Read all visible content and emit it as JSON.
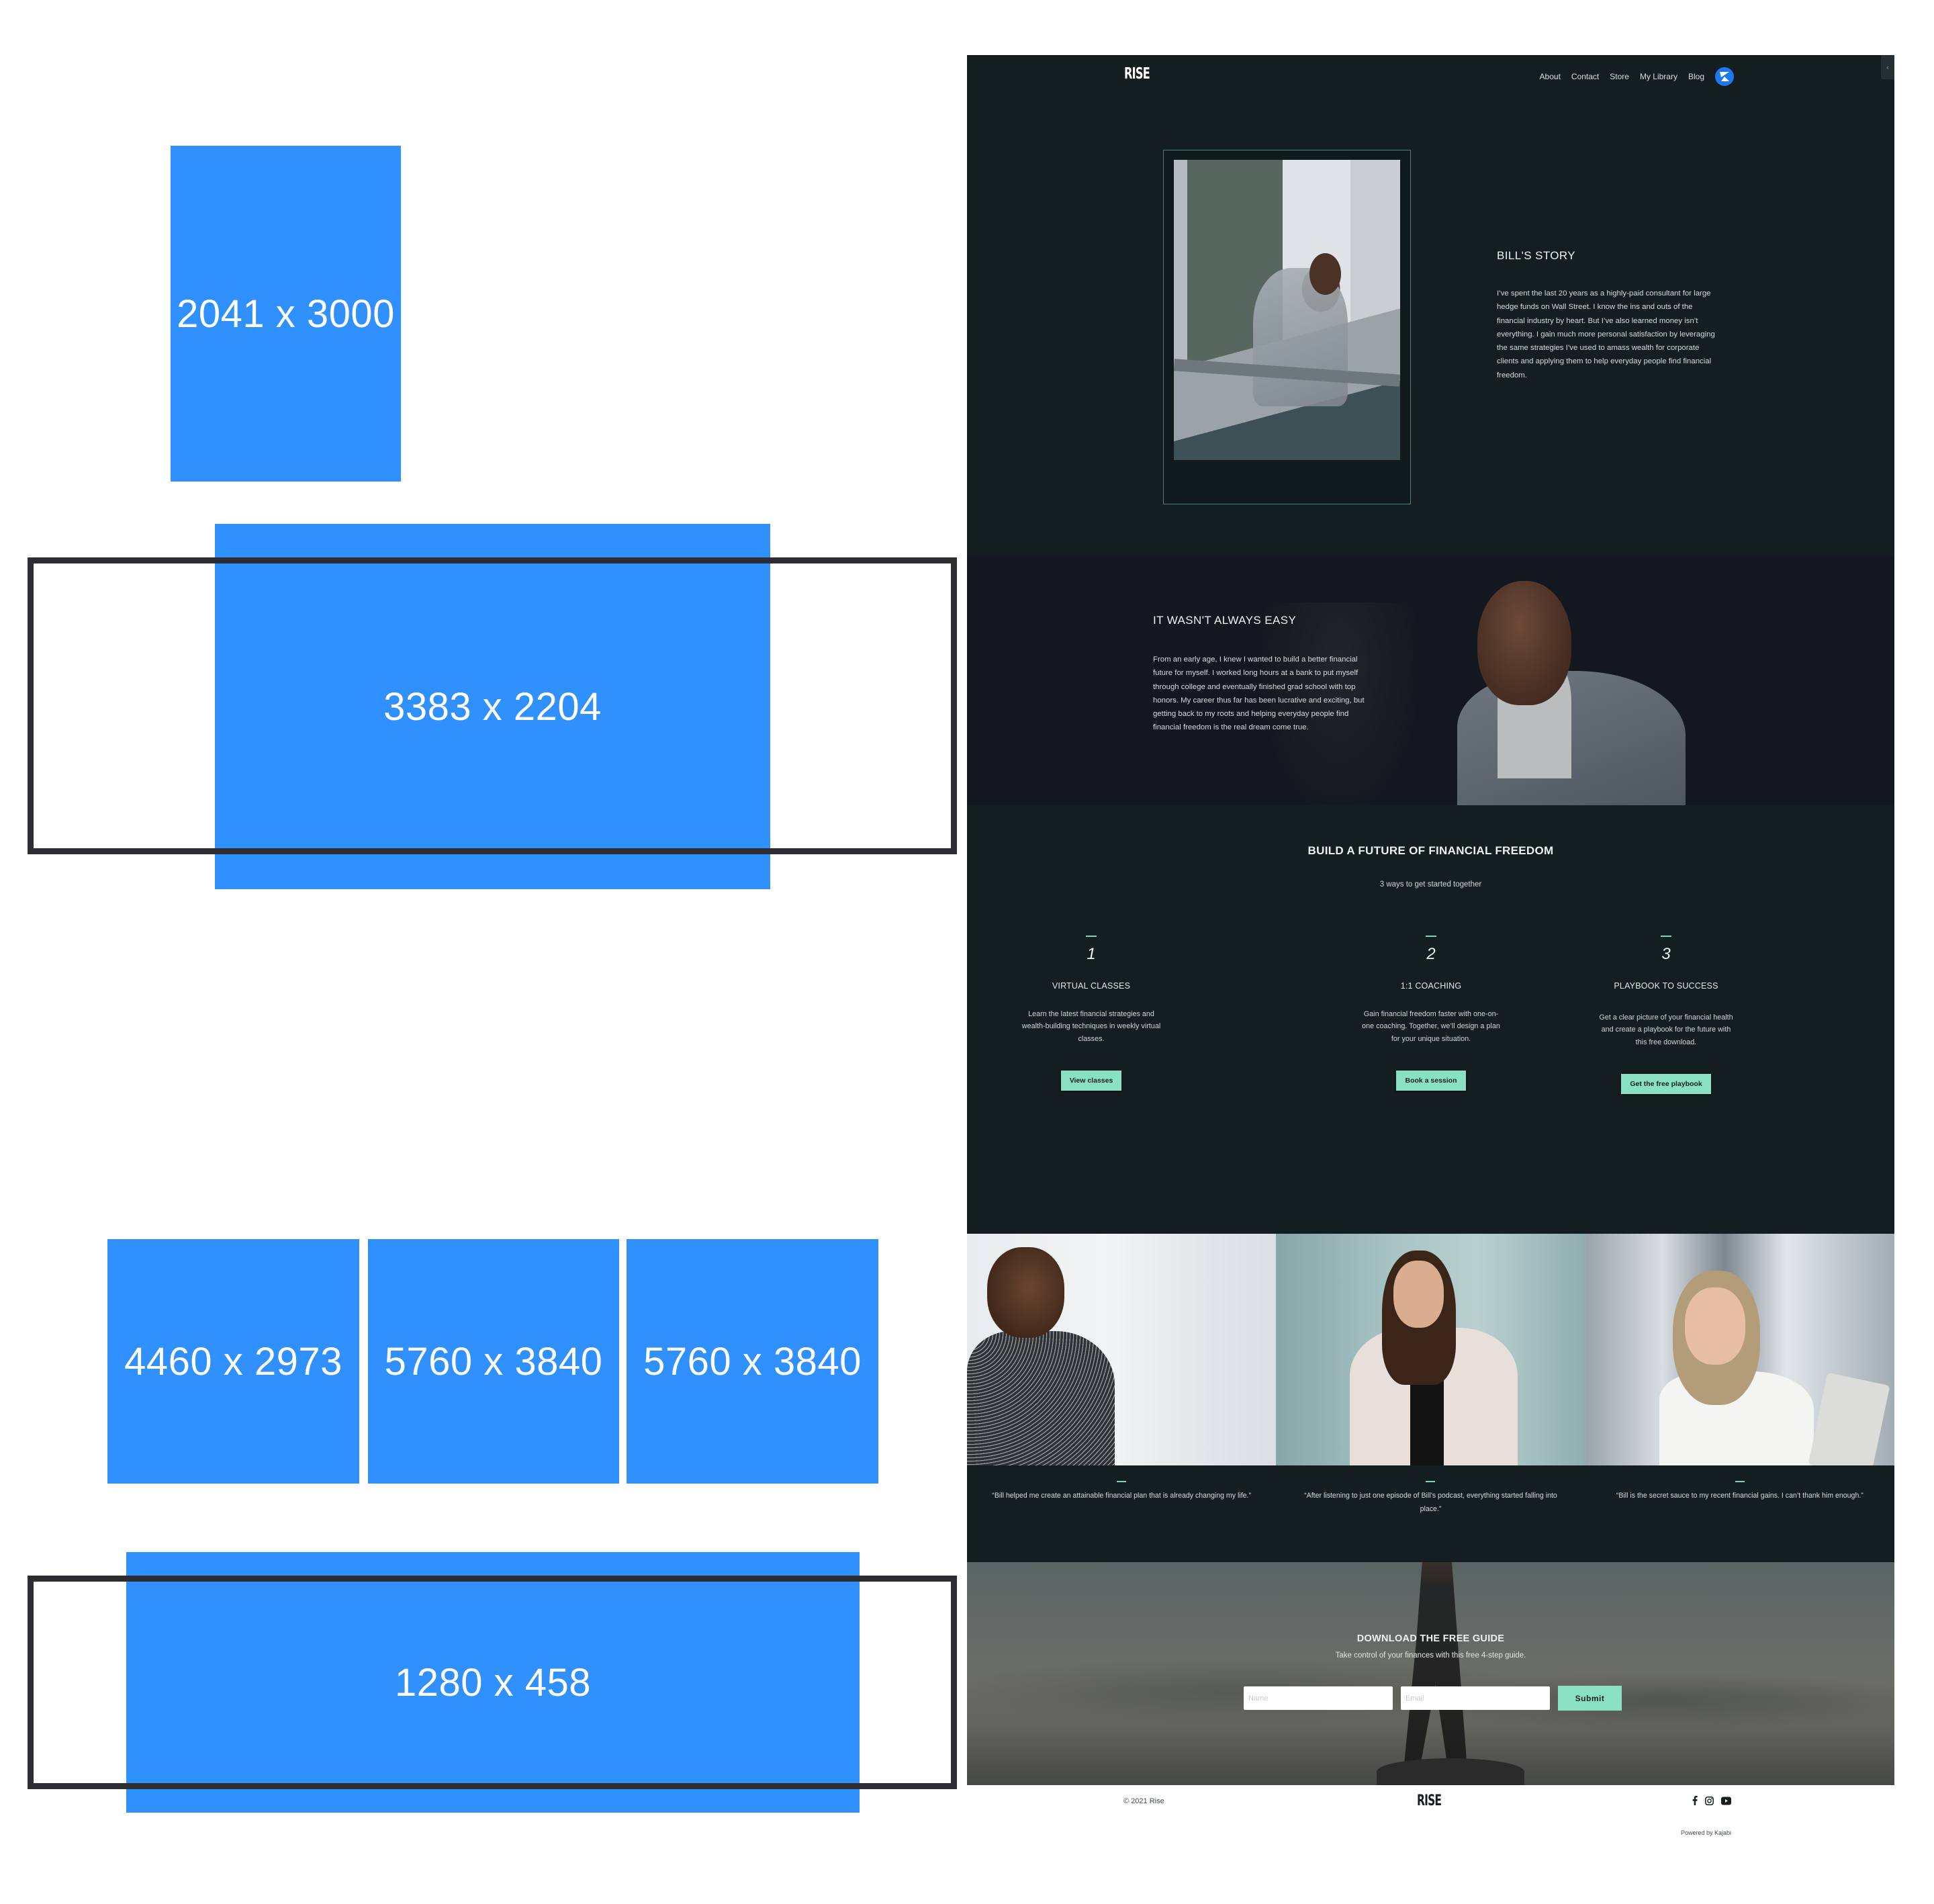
{
  "diagram": {
    "blocks": [
      {
        "id": "hero-portrait",
        "label": "2041 x 3000",
        "color": "#3090fd"
      },
      {
        "id": "easy-background",
        "label": "3383 x 2204",
        "color": "#3090fd"
      },
      {
        "id": "testimonial-1",
        "label": "4460 x 2973",
        "color": "#3090fd"
      },
      {
        "id": "testimonial-2",
        "label": "5760 x 3840",
        "color": "#3090fd"
      },
      {
        "id": "testimonial-3",
        "label": "5760 x 3840",
        "color": "#3090fd"
      },
      {
        "id": "cta-background",
        "label": "1280 x 458",
        "color": "#3090fd"
      }
    ],
    "frame_color": "#2d2c31"
  },
  "site": {
    "colors": {
      "background": "#141d1f",
      "background_alt": "#131820",
      "accent": "#8ae0c3",
      "accent_dash": "#7fd3bd",
      "avatar": "#1d78f0"
    },
    "header": {
      "logo": "RISE",
      "nav": [
        "About",
        "Contact",
        "Store",
        "My Library",
        "Blog"
      ],
      "collapse_icon": "‹"
    },
    "story": {
      "title": "BILL'S STORY",
      "body": "I’ve spent the last 20 years as a highly-paid consultant for large hedge funds on Wall Street. I know the ins and outs of the financial industry by heart. But I’ve also learned money isn’t everything. I gain much more personal satisfaction by leveraging the same strategies I’ve used to amass wealth for corporate clients and applying them to help everyday people find financial freedom."
    },
    "easy": {
      "title": "IT WASN'T ALWAYS EASY",
      "body": "From an early age, I knew I wanted to build a better financial future for myself. I worked long hours at a bank to put myself through college and eventually finished grad school with top honors. My career thus far has been lucrative and exciting, but getting back to my roots and helping everyday people find financial freedom is the real dream come true."
    },
    "build": {
      "title": "BUILD A FUTURE OF FINANCIAL FREEDOM",
      "subtitle": "3 ways to get started together",
      "steps": [
        {
          "number": "1",
          "title": "VIRTUAL CLASSES",
          "description": "Learn the latest financial strategies and wealth-building techniques in weekly virtual classes.",
          "button": "View classes"
        },
        {
          "number": "2",
          "title": "1:1 COACHING",
          "description": "Gain financial freedom faster with one-on-one coaching. Together, we’ll design a plan for your unique situation.",
          "button": "Book a session"
        },
        {
          "number": "3",
          "title": "PLAYBOOK TO SUCCESS",
          "description": "Get a clear picture of your financial health and create a playbook for the future with this free download.",
          "button": "Get the free playbook"
        }
      ]
    },
    "testimonials": [
      {
        "quote": "“Bill helped me create an attainable financial plan that is already changing my life.”"
      },
      {
        "quote": "“After listening to just one episode of Bill’s podcast, everything started falling into place.”"
      },
      {
        "quote": "“Bill is the secret sauce to my recent financial gains. I can’t thank him enough.”"
      }
    ],
    "cta": {
      "title": "DOWNLOAD THE FREE GUIDE",
      "subtitle": "Take control of your finances with this free 4-step guide.",
      "name_placeholder": "Name",
      "email_placeholder": "Email",
      "submit": "Submit"
    },
    "footer": {
      "copyright": "© 2021 Rise",
      "logo": "RISE",
      "social": [
        "facebook-icon",
        "instagram-icon",
        "youtube-icon"
      ],
      "powered_by": "Powered by Kajabi"
    }
  }
}
